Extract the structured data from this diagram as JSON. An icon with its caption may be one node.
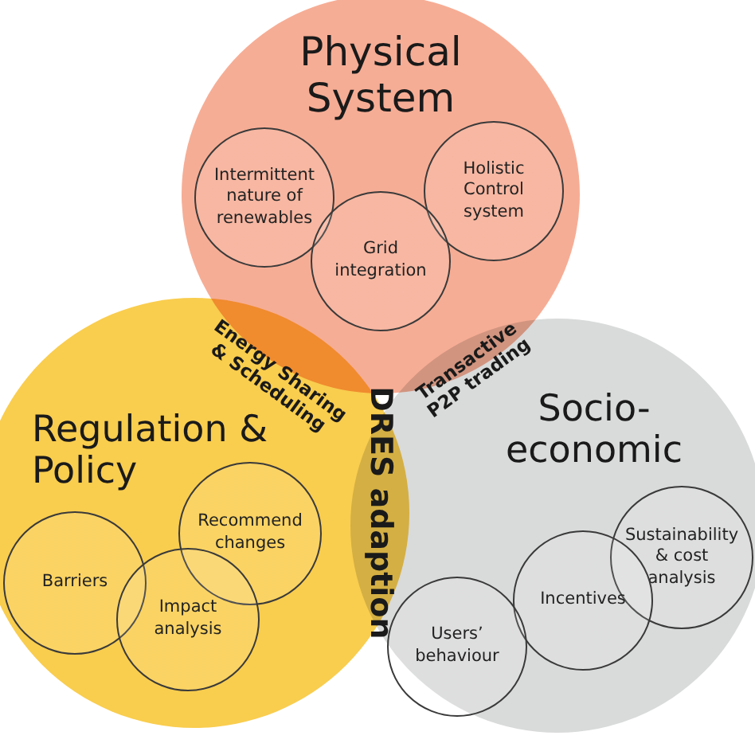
{
  "diagram": {
    "nodes": [
      {
        "text": [
          "Physical System"
        ]
      },
      {
        "text": [
          "Intermittent nature of renewables"
        ],
        "in": 0
      },
      {
        "text": [
          "Holistic Control system"
        ],
        "in": 0
      },
      {
        "text": [
          "Grid integration"
        ],
        "in": 0
      },
      {
        "text": [
          "Regulation & Policy"
        ]
      },
      {
        "text": [
          "Recommend changes"
        ],
        "in": 4
      },
      {
        "text": [
          "Barriers"
        ],
        "in": 4
      },
      {
        "text": [
          "Impact analysis"
        ],
        "in": 4
      },
      {
        "text": [
          "Socio- economic"
        ]
      },
      {
        "text": [
          "Sustainability & cost analysis"
        ],
        "in": 8
      },
      {
        "text": [
          "Incentives"
        ],
        "in": 8
      },
      {
        "text": [
          "Users’ behaviour"
        ],
        "in": 8
      }
    ],
    "labels": [
      "Energy Sharing & Scheduling",
      "Transactive P2P trading",
      "DRES adaption"
    ]
  }
}
